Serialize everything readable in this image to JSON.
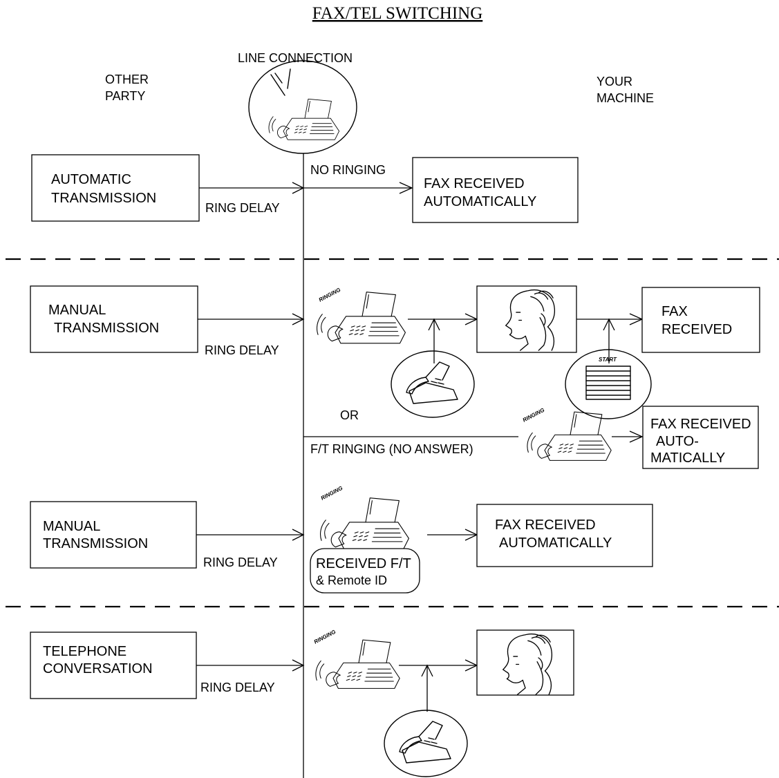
{
  "title": "FAX/TEL SWITCHING",
  "headers": {
    "other_party": [
      "OTHER",
      "PARTY"
    ],
    "line_connection": "LINE CONNECTION",
    "your_machine": [
      "YOUR",
      "MACHINE"
    ]
  },
  "sections": {
    "auto": {
      "source": [
        "AUTOMATIC",
        "TRANSMISSION"
      ],
      "delay": "RING DELAY",
      "path_label": "NO RINGING",
      "result": [
        "FAX RECEIVED",
        "AUTOMATICALLY"
      ]
    },
    "manual1": {
      "source": [
        "MANUAL",
        "TRANSMISSION"
      ],
      "delay": "RING DELAY",
      "result": [
        "FAX",
        "RECEIVED"
      ],
      "start_label": "START",
      "or_label": "OR",
      "no_answer_label": "F/T RINGING (NO ANSWER)",
      "no_answer_result": [
        "FAX RECEIVED",
        "AUTO-",
        "MATICALLY"
      ]
    },
    "manual2": {
      "source": [
        "MANUAL",
        "TRANSMISSION"
      ],
      "delay": "RING DELAY",
      "badge": [
        "RECEIVED F/T",
        "& Remote ID"
      ],
      "result": [
        "FAX RECEIVED",
        "AUTOMATICALLY"
      ]
    },
    "phone": {
      "source": [
        "TELEPHONE",
        "CONVERSATION"
      ],
      "delay": "RING DELAY"
    }
  },
  "ringing_label": "RINGING"
}
